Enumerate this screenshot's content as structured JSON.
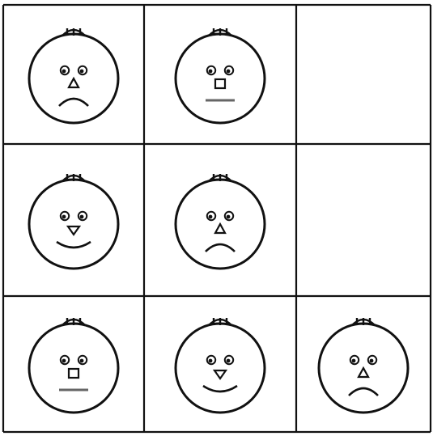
{
  "grid": {
    "rows": 3,
    "cols": 3,
    "cells": [
      {
        "row": 0,
        "col": 0,
        "face": {
          "nose": "triangle",
          "mouth": "frown"
        }
      },
      {
        "row": 0,
        "col": 1,
        "face": {
          "nose": "square",
          "mouth": "straight"
        }
      },
      {
        "row": 0,
        "col": 2,
        "face": null
      },
      {
        "row": 1,
        "col": 0,
        "face": {
          "nose": "inverted-triangle",
          "mouth": "smile"
        }
      },
      {
        "row": 1,
        "col": 1,
        "face": {
          "nose": "triangle",
          "mouth": "frown"
        }
      },
      {
        "row": 1,
        "col": 2,
        "face": null
      },
      {
        "row": 2,
        "col": 0,
        "face": {
          "nose": "square",
          "mouth": "straight"
        }
      },
      {
        "row": 2,
        "col": 1,
        "face": {
          "nose": "inverted-triangle",
          "mouth": "smile"
        }
      },
      {
        "row": 2,
        "col": 2,
        "face": {
          "nose": "triangle",
          "mouth": "frown"
        }
      }
    ]
  },
  "colors": {
    "line": "#111111",
    "mouth_straight": "#666666",
    "background": "#ffffff"
  }
}
